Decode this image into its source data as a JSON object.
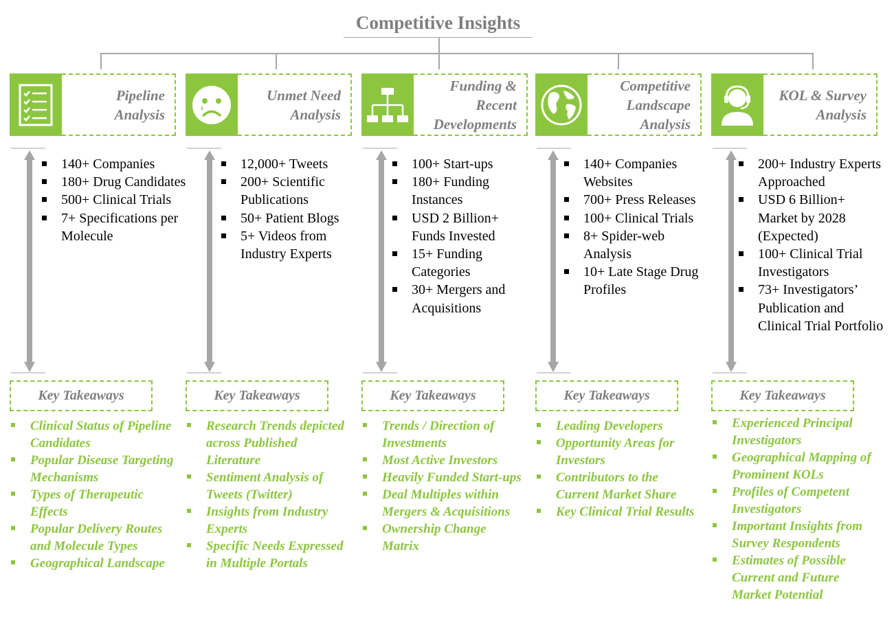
{
  "title": "Competitive Insights",
  "colors": {
    "green": "#8cc63f",
    "gray_text": "#7f7f7f",
    "arrow_gray": "#a6a6a6"
  },
  "key_takeaways_label": "Key Takeaways",
  "columns": [
    {
      "label_lines": [
        "Pipeline",
        "Analysis"
      ],
      "icon": "checklist-icon",
      "bullets": [
        "140+ Companies",
        "180+ Drug Candidates",
        "500+ Clinical Trials",
        "7+ Specifications per Molecule"
      ],
      "takeaways": [
        "Clinical Status of Pipeline Candidates",
        "Popular Disease Targeting Mechanisms",
        "Types of Therapeutic Effects",
        "Popular Delivery Routes and  Molecule Types",
        "Geographical Landscape"
      ]
    },
    {
      "label_lines": [
        "Unmet Need",
        "Analysis"
      ],
      "icon": "sad-face-icon",
      "bullets": [
        "12,000+ Tweets",
        "200+ Scientific Publications",
        "50+ Patient Blogs",
        "5+ Videos from Industry Experts"
      ],
      "takeaways": [
        "Research Trends depicted across Published Literature",
        "Sentiment Analysis of Tweets (Twitter)",
        "Insights from Industry Experts",
        "Specific Needs Expressed in Multiple Portals"
      ]
    },
    {
      "label_lines": [
        "Funding &",
        "Recent",
        "Developments"
      ],
      "icon": "org-chart-icon",
      "bullets": [
        "100+ Start-ups",
        "180+ Funding Instances",
        "USD 2 Billion+ Funds Invested",
        "15+ Funding Categories",
        "30+ Mergers and Acquisitions"
      ],
      "takeaways": [
        "Trends / Direction of Investments",
        "Most Active Investors",
        "Heavily Funded Start-ups",
        "Deal Multiples within Mergers & Acquisitions",
        "Ownership Change Matrix"
      ]
    },
    {
      "label_lines": [
        "Competitive",
        "Landscape",
        "Analysis"
      ],
      "icon": "globe-icon",
      "bullets": [
        "140+ Companies Websites",
        "700+ Press Releases",
        "100+ Clinical Trials",
        "8+ Spider-web Analysis",
        "10+ Late Stage Drug Profiles"
      ],
      "takeaways": [
        "Leading Developers",
        "Opportunity Areas for Investors",
        "Contributors to the Current Market Share",
        "Key Clinical Trial Results"
      ]
    },
    {
      "label_lines": [
        "KOL & Survey",
        "Analysis"
      ],
      "icon": "headset-person-icon",
      "bullets": [
        "200+ Industry Experts Approached",
        "USD 6 Billion+ Market by 2028 (Expected)",
        "100+ Clinical Trial Investigators",
        "73+ Investigators’ Publication and Clinical Trial Portfolio"
      ],
      "takeaways": [
        "Experienced Principal Investigators",
        "Geographical Mapping of Prominent KOLs",
        "Profiles of Competent Investigators",
        "Important Insights from Survey Respondents",
        "Estimates of Possible Current and Future Market Potential"
      ]
    }
  ]
}
